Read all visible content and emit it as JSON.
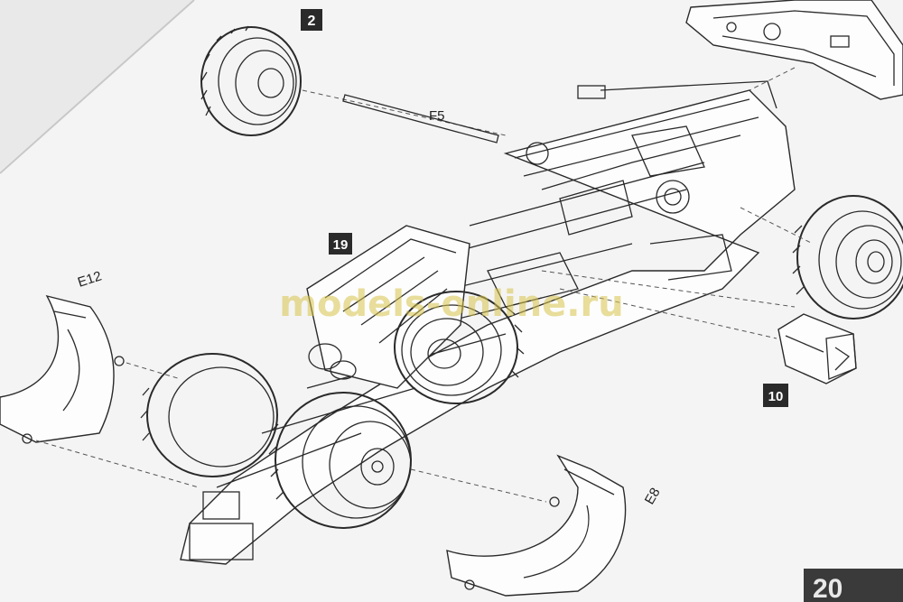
{
  "labels": {
    "part_f5": "F5",
    "part_e12": "E12",
    "part_e8": "E8"
  },
  "steps": {
    "step_2": "2",
    "step_19": "19",
    "step_10": "10"
  },
  "watermark": "models-online.ru",
  "page_number": "20"
}
